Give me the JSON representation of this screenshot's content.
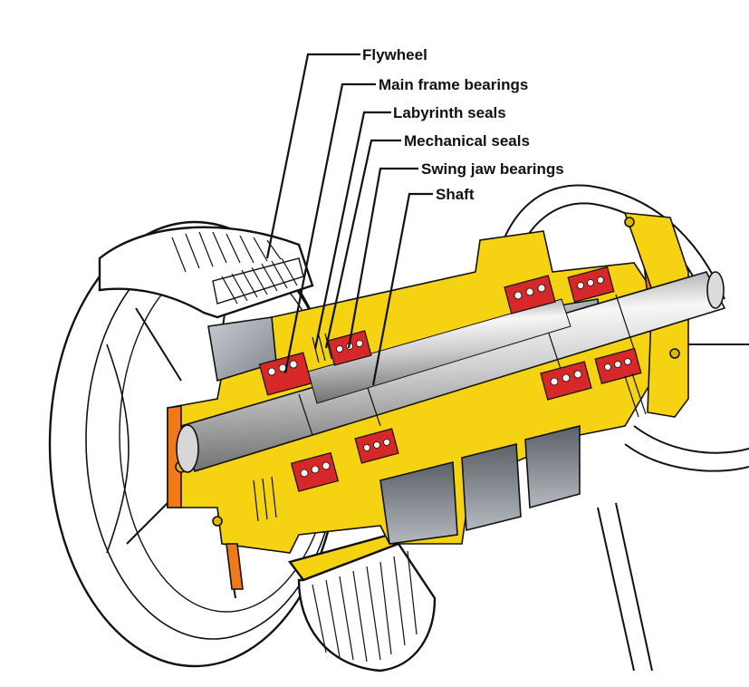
{
  "labels": {
    "flywheel": "Flywheel",
    "main_frame_bearings": "Main frame bearings",
    "labyrinth_seals": "Labyrinth seals",
    "mechanical_seals": "Mechanical seals",
    "swing_jaw_bearings": "Swing jaw bearings",
    "shaft": "Shaft"
  },
  "colors": {
    "housing": "#f5d312",
    "housing_shade": "#e0b800",
    "accent_orange": "#f07a1a",
    "bearing_red": "#d62828",
    "shaft_light": "#f2f2f2",
    "shaft_dark": "#8a8a8a",
    "interior_grey": "#9aa0a8",
    "leader": "#111111"
  },
  "icons": [
    "flywheel-drawing",
    "shaft-drawing",
    "bearing-drawing",
    "seal-drawing"
  ]
}
